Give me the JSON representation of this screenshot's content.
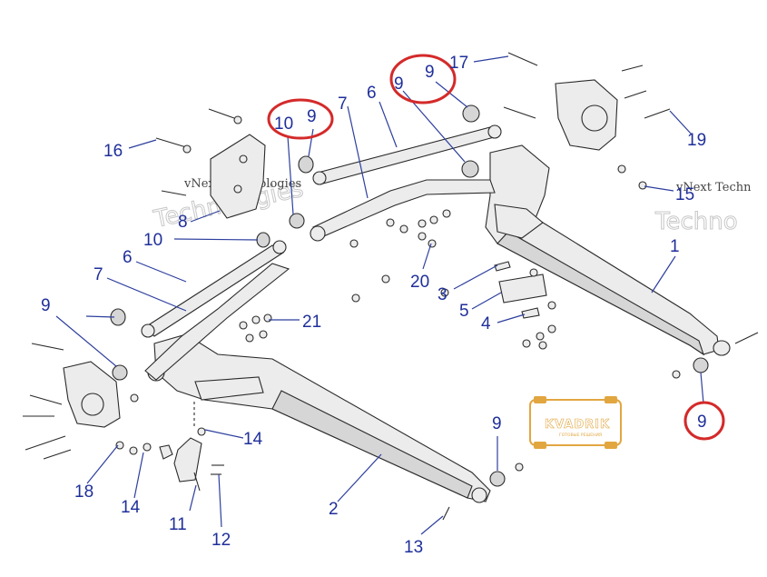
{
  "diagram": {
    "callouts": [
      {
        "id": "c1",
        "label": "1"
      },
      {
        "id": "c2",
        "label": "2"
      },
      {
        "id": "c3",
        "label": "3"
      },
      {
        "id": "c4",
        "label": "4"
      },
      {
        "id": "c5",
        "label": "5"
      },
      {
        "id": "c6a",
        "label": "6"
      },
      {
        "id": "c6b",
        "label": "6"
      },
      {
        "id": "c7a",
        "label": "7"
      },
      {
        "id": "c7b",
        "label": "7"
      },
      {
        "id": "c8",
        "label": "8"
      },
      {
        "id": "c9a",
        "label": "9"
      },
      {
        "id": "c9b",
        "label": "9"
      },
      {
        "id": "c9c",
        "label": "9"
      },
      {
        "id": "c9d",
        "label": "9"
      },
      {
        "id": "c9e",
        "label": "9"
      },
      {
        "id": "c9f",
        "label": "9"
      },
      {
        "id": "c10a",
        "label": "10"
      },
      {
        "id": "c10b",
        "label": "10"
      },
      {
        "id": "c11",
        "label": "11"
      },
      {
        "id": "c12",
        "label": "12"
      },
      {
        "id": "c13",
        "label": "13"
      },
      {
        "id": "c14a",
        "label": "14"
      },
      {
        "id": "c14b",
        "label": "14"
      },
      {
        "id": "c15",
        "label": "15"
      },
      {
        "id": "c16",
        "label": "16"
      },
      {
        "id": "c17",
        "label": "17"
      },
      {
        "id": "c18",
        "label": "18"
      },
      {
        "id": "c19",
        "label": "19"
      },
      {
        "id": "c20",
        "label": "20"
      },
      {
        "id": "c21",
        "label": "21"
      }
    ],
    "highlighted_parts": [
      "9",
      "10"
    ],
    "highlight_color": "#d42a2a",
    "callout_color": "#1f2f9a"
  },
  "watermarks": {
    "left_small": "vNext Technologies",
    "left_big": "Technologies",
    "right_small": "vNext Techn",
    "right_big": "Techno"
  },
  "logo": {
    "name": "KVADRIK",
    "tagline": "ГОТОВЫЕ РЕШЕНИЯ",
    "color": "#e2a640"
  }
}
